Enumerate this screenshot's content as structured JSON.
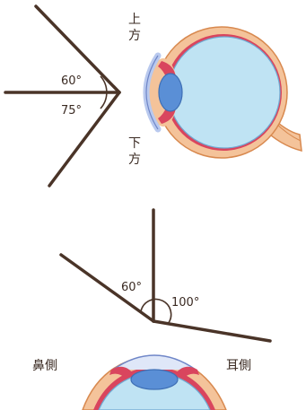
{
  "top_figure": {
    "angle_upper": "60°",
    "angle_lower": "75°",
    "label_up": "上方",
    "label_down": "下方"
  },
  "bottom_figure": {
    "angle_nasal": "60°",
    "angle_temporal": "100°",
    "label_nasal": "鼻側",
    "label_temporal": "耳側"
  },
  "colors": {
    "line": "#4a3428",
    "skin": "#f4c39a",
    "skin_stroke": "#d8894f",
    "red_layer": "#d9455e",
    "eye_fill": "#bfe3f3",
    "eye_stroke": "#6fa9d1",
    "lens": "#5a8fd6",
    "cornea": "#b9c9ee"
  }
}
